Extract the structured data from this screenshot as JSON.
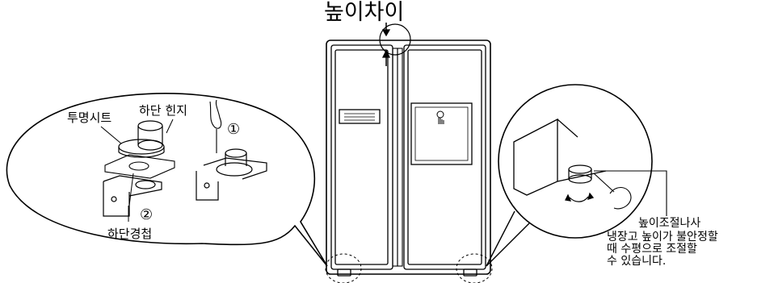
{
  "title": "높이차이",
  "labels": {
    "transparent_sheet": "투명시트",
    "lower_hinge": "하단 힌지",
    "step_1": "①",
    "step_2": "②",
    "lower_bracket": "하단경첩",
    "leveling_screw": "높이조절나사"
  },
  "note_lines": [
    "냉장고 높이가 불안정할",
    "때 수평으로 조절할",
    "수 있습니다."
  ],
  "dispenser_icon": "hand-touch-icon"
}
